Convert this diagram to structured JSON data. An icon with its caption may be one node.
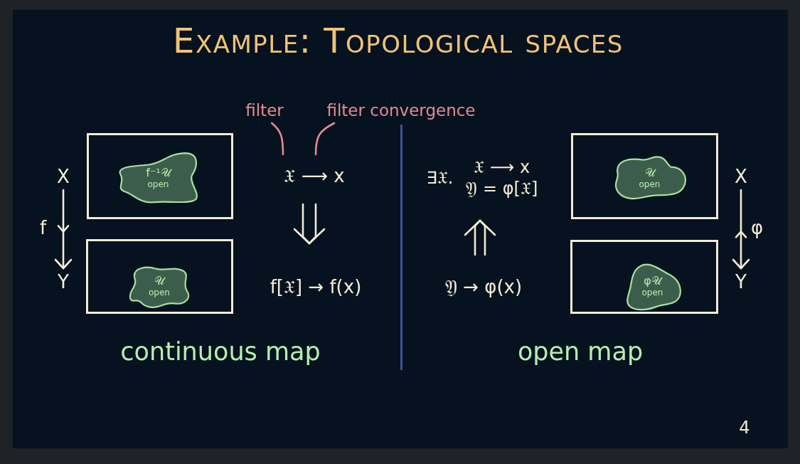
{
  "diagram": {
    "title": "Example: Topological spaces",
    "nodes": [
      {
        "text": [
          "filter"
        ]
      },
      {
        "text": [
          "filter convergence"
        ]
      },
      {
        "text": [
          "X"
        ]
      },
      {
        "text": [],
        "shape": "box"
      },
      {
        "text": [
          "f⁻¹𝒰",
          "open"
        ],
        "in": 3
      },
      {
        "text": [
          "𝔛 ⟶ x"
        ]
      },
      {
        "text": [
          "∃𝔛.",
          "𝔛 ⟶ x",
          "𝔜 = φ[𝔛]"
        ]
      },
      {
        "text": [],
        "shape": "box"
      },
      {
        "text": [
          "𝒰",
          "open"
        ],
        "in": 7
      },
      {
        "text": [
          "X"
        ]
      },
      {
        "text": [
          "Y"
        ]
      },
      {
        "text": [],
        "shape": "box"
      },
      {
        "text": [
          "𝒰",
          "open"
        ],
        "in": 11
      },
      {
        "text": [
          "f[𝔛] → f(x)"
        ]
      },
      {
        "text": [
          "𝔜 → φ(x)"
        ]
      },
      {
        "text": [],
        "shape": "box"
      },
      {
        "text": [
          "φ𝒰",
          "open"
        ],
        "in": 15
      },
      {
        "text": [
          "Y"
        ]
      }
    ],
    "edges": [
      {
        "from": 0,
        "to": 5,
        "arrow": "none",
        "color": "#e88b91"
      },
      {
        "from": 1,
        "to": 5,
        "arrow": "none",
        "color": "#e88b91"
      },
      {
        "from": 2,
        "to": 10,
        "arrow": "to",
        "label": "f"
      },
      {
        "from": 5,
        "to": 13,
        "arrow": "to"
      },
      {
        "from": 14,
        "to": 6,
        "arrow": "to"
      },
      {
        "from": 9,
        "to": 17,
        "arrow": "to",
        "label": "φ"
      }
    ],
    "labels": [
      "continuous map",
      "open map",
      "4"
    ]
  }
}
